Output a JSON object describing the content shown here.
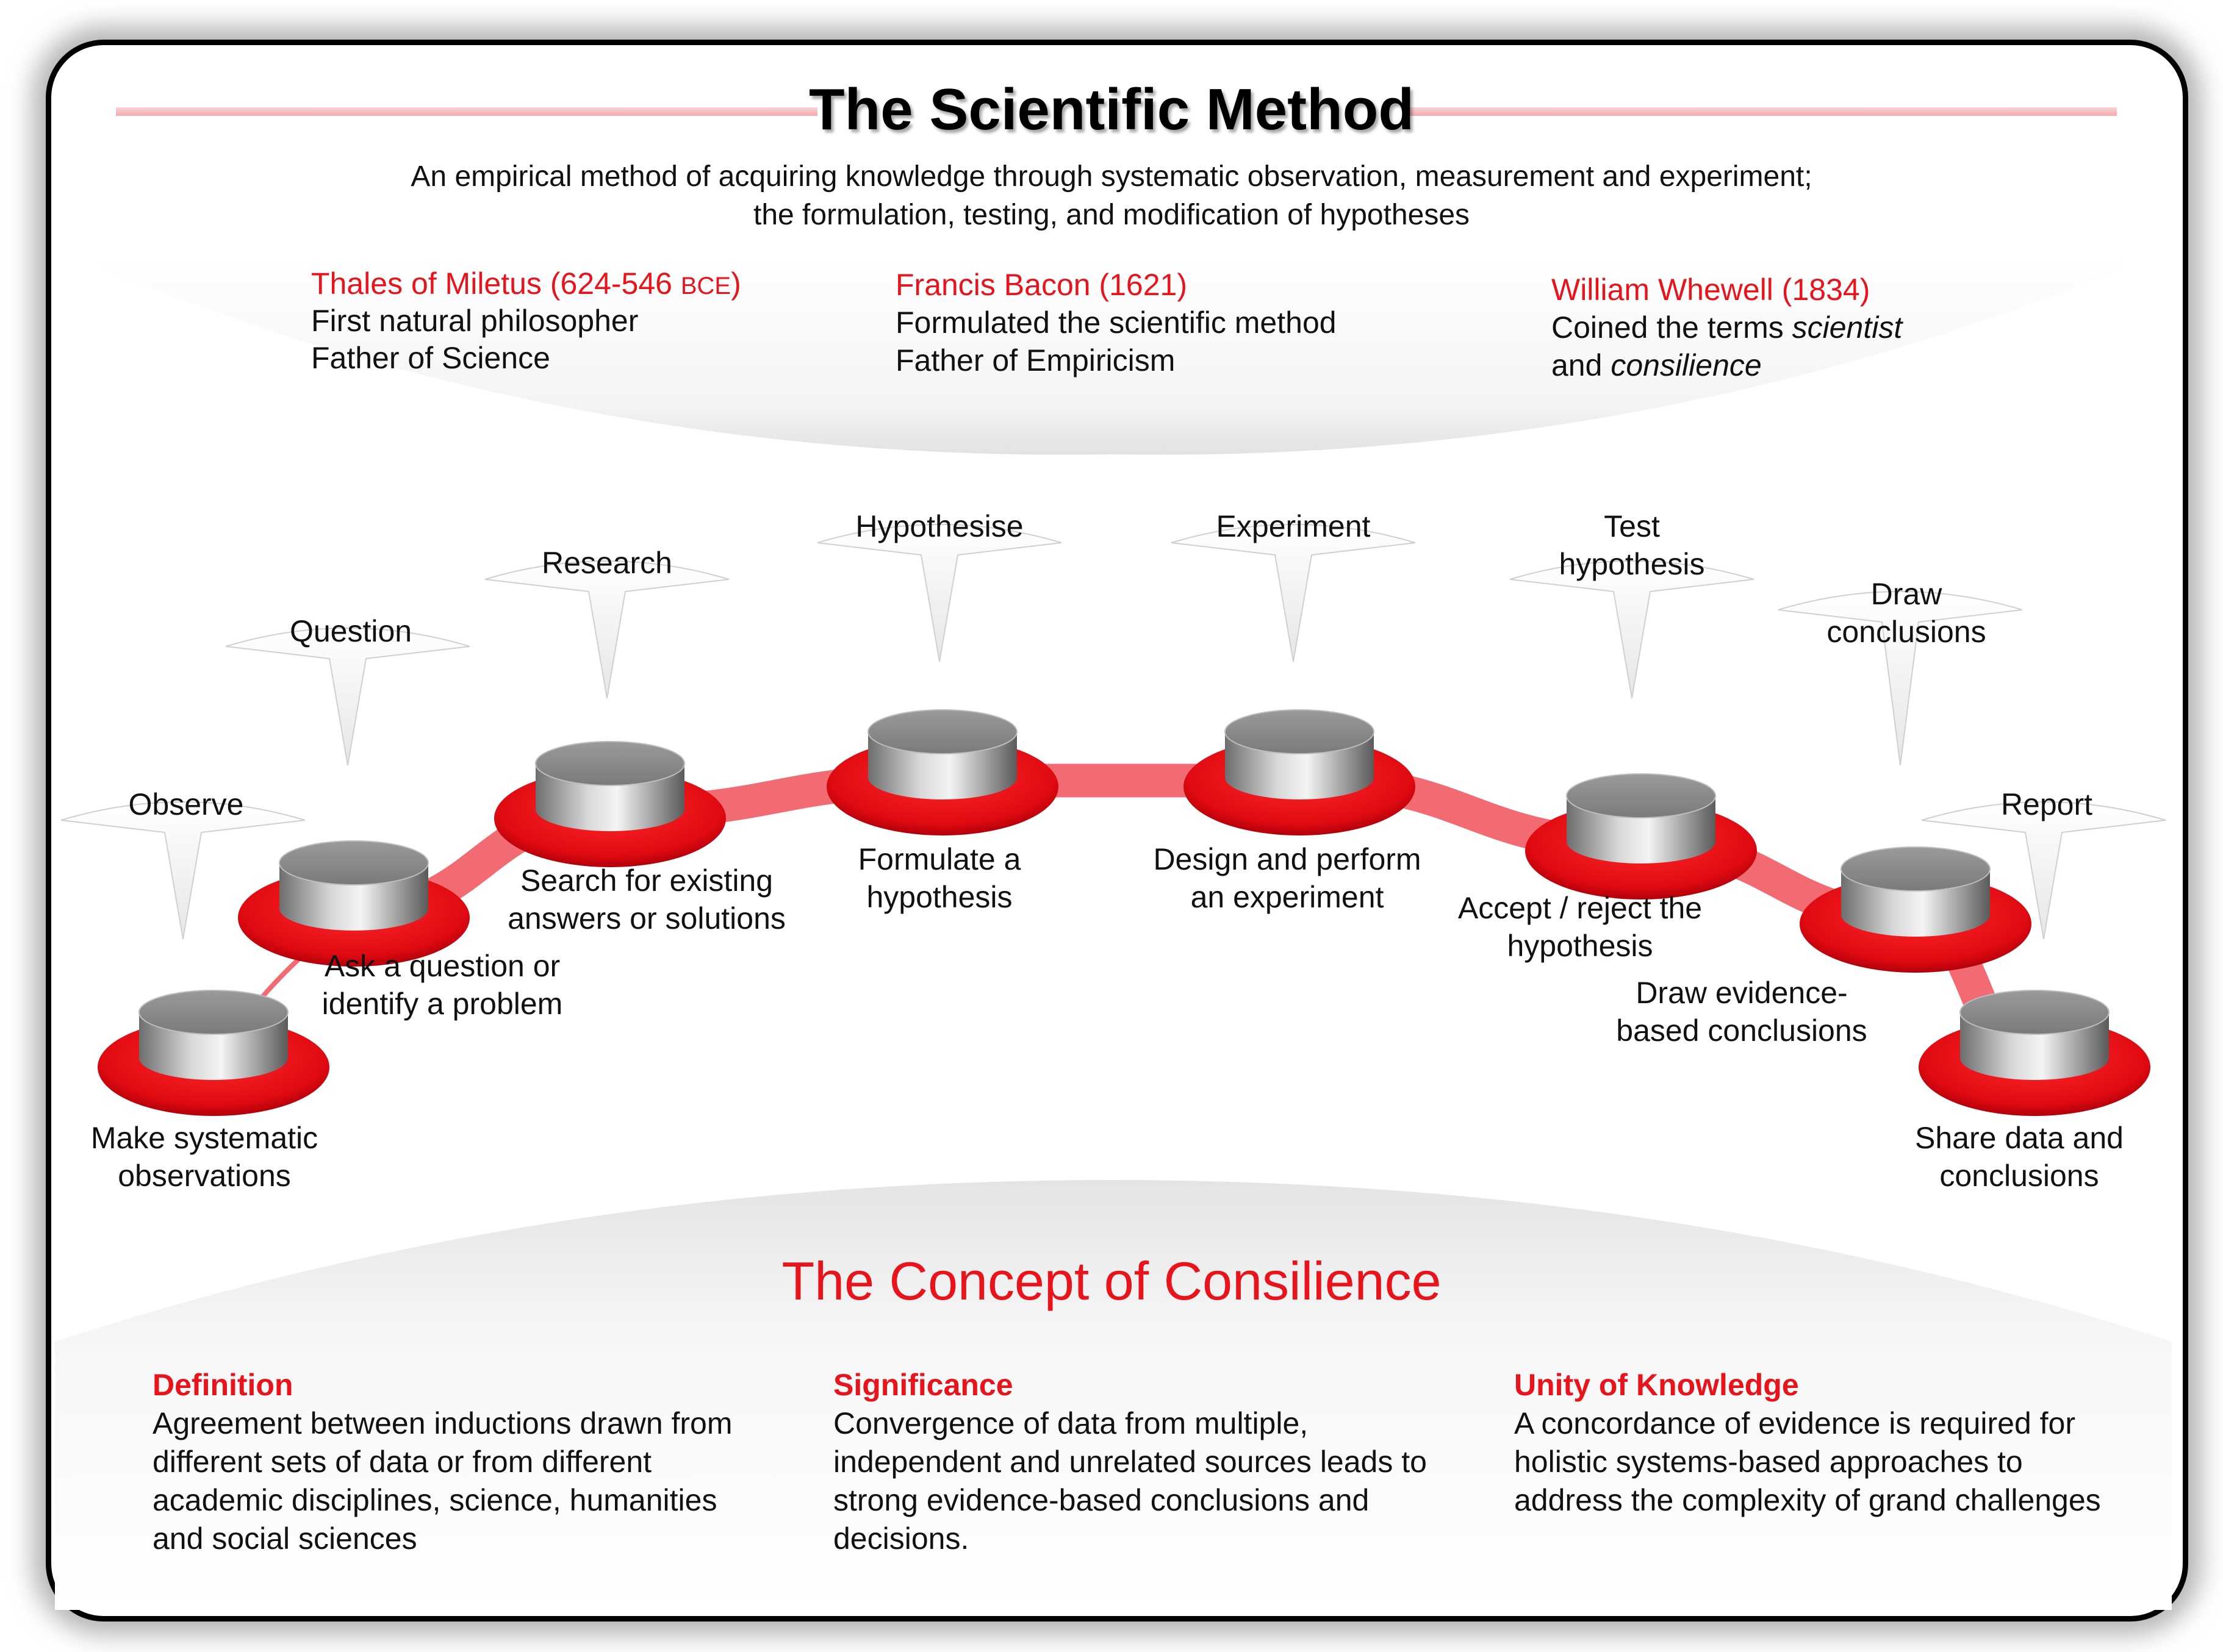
{
  "title": "The Scientific Method",
  "subtitle": [
    "An empirical method of acquiring knowledge through systematic observation, measurement and experiment;",
    "the formulation, testing, and modification of hypotheses"
  ],
  "history": [
    {
      "name": "Thales of Miletus (624-546 ",
      "name_suffix": "BCE",
      "name_close": ")",
      "lines": [
        "First natural philosopher",
        "Father of Science"
      ]
    },
    {
      "name": "Francis Bacon (1621)",
      "lines": [
        "Formulated the scientific method",
        "Father of Empiricism"
      ]
    },
    {
      "name": "William Whewell (1834)",
      "line1_prefix": "Coined the terms ",
      "line1_italic": "scientist",
      "line2_prefix": "and ",
      "line2_italic": "consilience"
    }
  ],
  "steps": [
    {
      "label": "Observe",
      "description": "Make systematic observations"
    },
    {
      "label": "Question",
      "description": "Ask a question or identify a problem"
    },
    {
      "label": "Research",
      "description": "Search for existing answers or solutions"
    },
    {
      "label": "Hypothesise",
      "description": "Formulate a hypothesis"
    },
    {
      "label": "Experiment",
      "description": "Design and perform an experiment"
    },
    {
      "label": "Test hypothesis",
      "description": "Accept / reject the hypothesis"
    },
    {
      "label": "Draw conclusions",
      "description": "Draw evidence-based conclusions"
    },
    {
      "label": "Report",
      "description": "Share data and conclusions"
    }
  ],
  "consilience": {
    "title": "The Concept of Consilience",
    "sections": [
      {
        "heading": "Definition",
        "body": "Agreement between inductions drawn from different sets of data or from different academic disciplines, science, humanities and social sciences"
      },
      {
        "heading": "Significance",
        "body": "Convergence of data from multiple, independent and unrelated sources leads to strong evidence-based conclusions and decisions."
      },
      {
        "heading": "Unity of Knowledge",
        "body": "A concordance of evidence is required for holistic systems-based approaches to address the complexity of  grand challenges"
      }
    ]
  },
  "colors": {
    "accent": "#e8141c",
    "arc": "#f26a72",
    "frame": "#000000"
  }
}
